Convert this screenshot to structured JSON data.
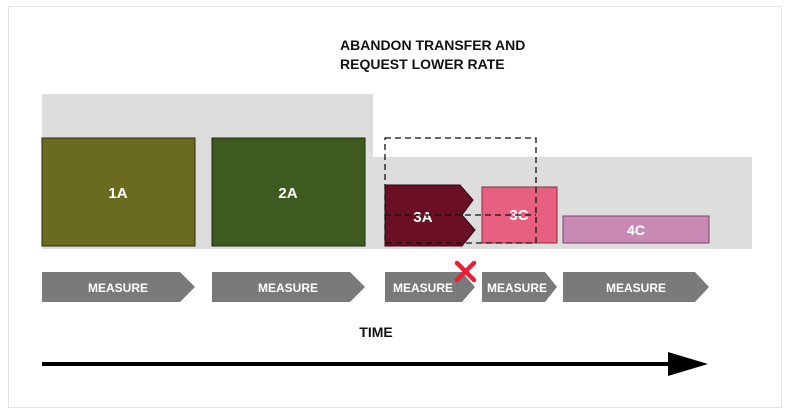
{
  "annotation": {
    "line1": "ABANDON TRANSFER AND",
    "line2": "REQUEST LOWER RATE"
  },
  "blocks": [
    {
      "label": "1A",
      "color": "#6b6b1f"
    },
    {
      "label": "2A",
      "color": "#3f5a21"
    },
    {
      "label": "3A",
      "color": "#6a0f24"
    },
    {
      "label": "3C",
      "color": "#e8607f"
    },
    {
      "label": "4C",
      "color": "#c88ab5"
    }
  ],
  "measures": [
    "MEASURE",
    "MEASURE",
    "MEASURE",
    "MEASURE",
    "MEASURE"
  ],
  "time_label": "TIME",
  "colors": {
    "band": "#dddddd",
    "measure": "#7a7a7a",
    "abandon_mark": "#e8213a",
    "arrow": "#000000"
  }
}
